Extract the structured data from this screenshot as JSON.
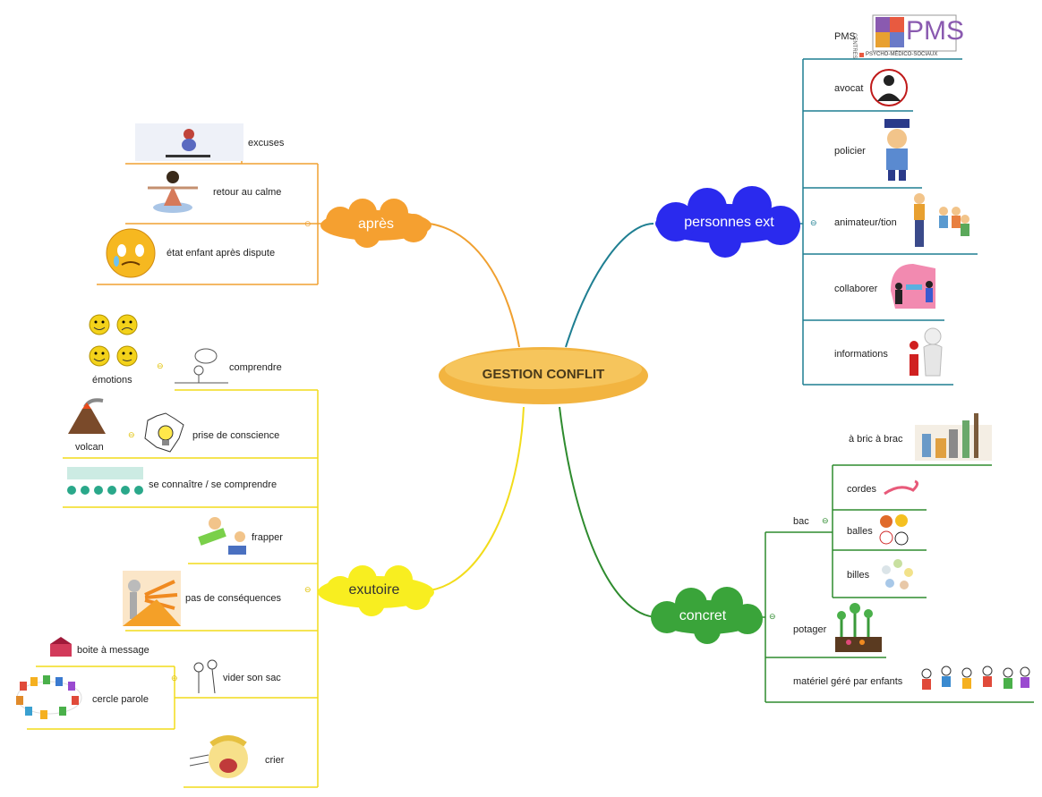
{
  "colors": {
    "apres": "#f0a030",
    "exutoire": "#f2dc1a",
    "personnes": "#1f7f92",
    "concret": "#2e8b2e",
    "center": "#f2b440",
    "cloud_blue": "#2a2aee",
    "cloud_green": "#3aa43a",
    "cloud_orange": "#f5a030",
    "cloud_yellow": "#f8ee20"
  },
  "center": {
    "label": "GESTION CONFLIT"
  },
  "branches": {
    "apres": {
      "label": "après",
      "items": [
        "excuses",
        "retour au calme",
        "état enfant après dispute"
      ]
    },
    "exutoire": {
      "label": "exutoire",
      "items": {
        "comprendre": "comprendre",
        "emotions": "émotions",
        "prise": "prise de conscience",
        "volcan": "volcan",
        "connaitre": "se connaître / se comprendre",
        "frapper": "frapper",
        "pas": "pas de conséquences",
        "vider": "vider son sac",
        "boite": "boite à message",
        "cercle": "cercle parole",
        "crier": "crier"
      }
    },
    "personnes": {
      "label": "personnes ext",
      "items": [
        "PMS",
        "avocat",
        "policier",
        "animateur/tion",
        "collaborer",
        "informations"
      ],
      "logo": {
        "letters": "PMS",
        "side": "CENTRES",
        "caption": "PSYCHO-MÉDICO-SOCIAUX"
      }
    },
    "concret": {
      "label": "concret",
      "items": {
        "bric": "à bric à brac",
        "bac": "bac",
        "cordes": "cordes",
        "balles": "balles",
        "billes": "billes",
        "potager": "potager",
        "materiel": "matériel géré par enfants"
      }
    }
  },
  "icons": [
    "happy-face-icon",
    "sad-face-icon",
    "crying-face-icon",
    "volcano-icon",
    "lightbulb-icon",
    "thought-bubble-icon",
    "meditation-icon",
    "apology-bird-icon",
    "fight-icon",
    "confused-head-icon",
    "speaking-head-icon",
    "children-group-icon",
    "mailbox-icon",
    "chairs-circle-icon",
    "screaming-child-icon",
    "lawyer-icon",
    "police-icon",
    "animator-icon",
    "info-icon",
    "handshake-icon",
    "rope-icon",
    "balls-icon",
    "marbles-icon",
    "garden-icon",
    "kids-icon",
    "junk-icon"
  ]
}
